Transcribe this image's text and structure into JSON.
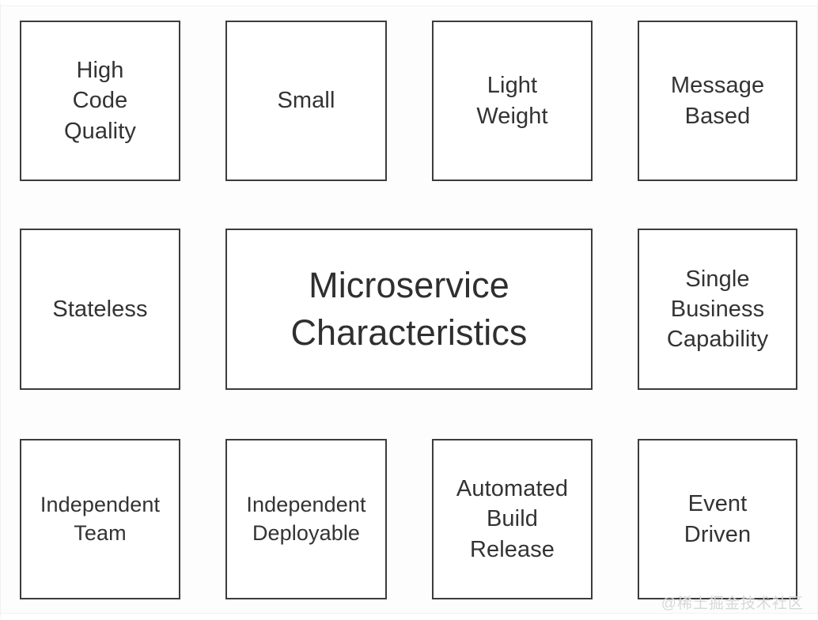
{
  "diagram": {
    "title": "Microservice Characteristics",
    "center": {
      "label": "Microservice\nCharacteristics"
    },
    "nodes": [
      {
        "id": "high-code-quality",
        "label": "High\nCode\nQuality",
        "row": 1,
        "col": 1
      },
      {
        "id": "small",
        "label": "Small",
        "row": 1,
        "col": 2
      },
      {
        "id": "light-weight",
        "label": "Light\nWeight",
        "row": 1,
        "col": 3
      },
      {
        "id": "message-based",
        "label": "Message\nBased",
        "row": 1,
        "col": 4
      },
      {
        "id": "stateless",
        "label": "Stateless",
        "row": 2,
        "col": 1
      },
      {
        "id": "single-business-capability",
        "label": "Single\nBusiness\nCapability",
        "row": 2,
        "col": 4
      },
      {
        "id": "independent-team",
        "label": "Independent\nTeam",
        "row": 3,
        "col": 1
      },
      {
        "id": "independent-deployable",
        "label": "Independent\nDeployable",
        "row": 3,
        "col": 2
      },
      {
        "id": "automated-build-release",
        "label": "Automated\nBuild\nRelease",
        "row": 3,
        "col": 3
      },
      {
        "id": "event-driven",
        "label": "Event\nDriven",
        "row": 3,
        "col": 4
      }
    ]
  },
  "watermark": {
    "text": "@稀土掘金技术社区"
  },
  "colors": {
    "background": "#fdfdfd",
    "node_fill": "#ffffff",
    "node_border": "#3c3c3c",
    "text": "#333333",
    "watermark": "#d8d8d8"
  }
}
